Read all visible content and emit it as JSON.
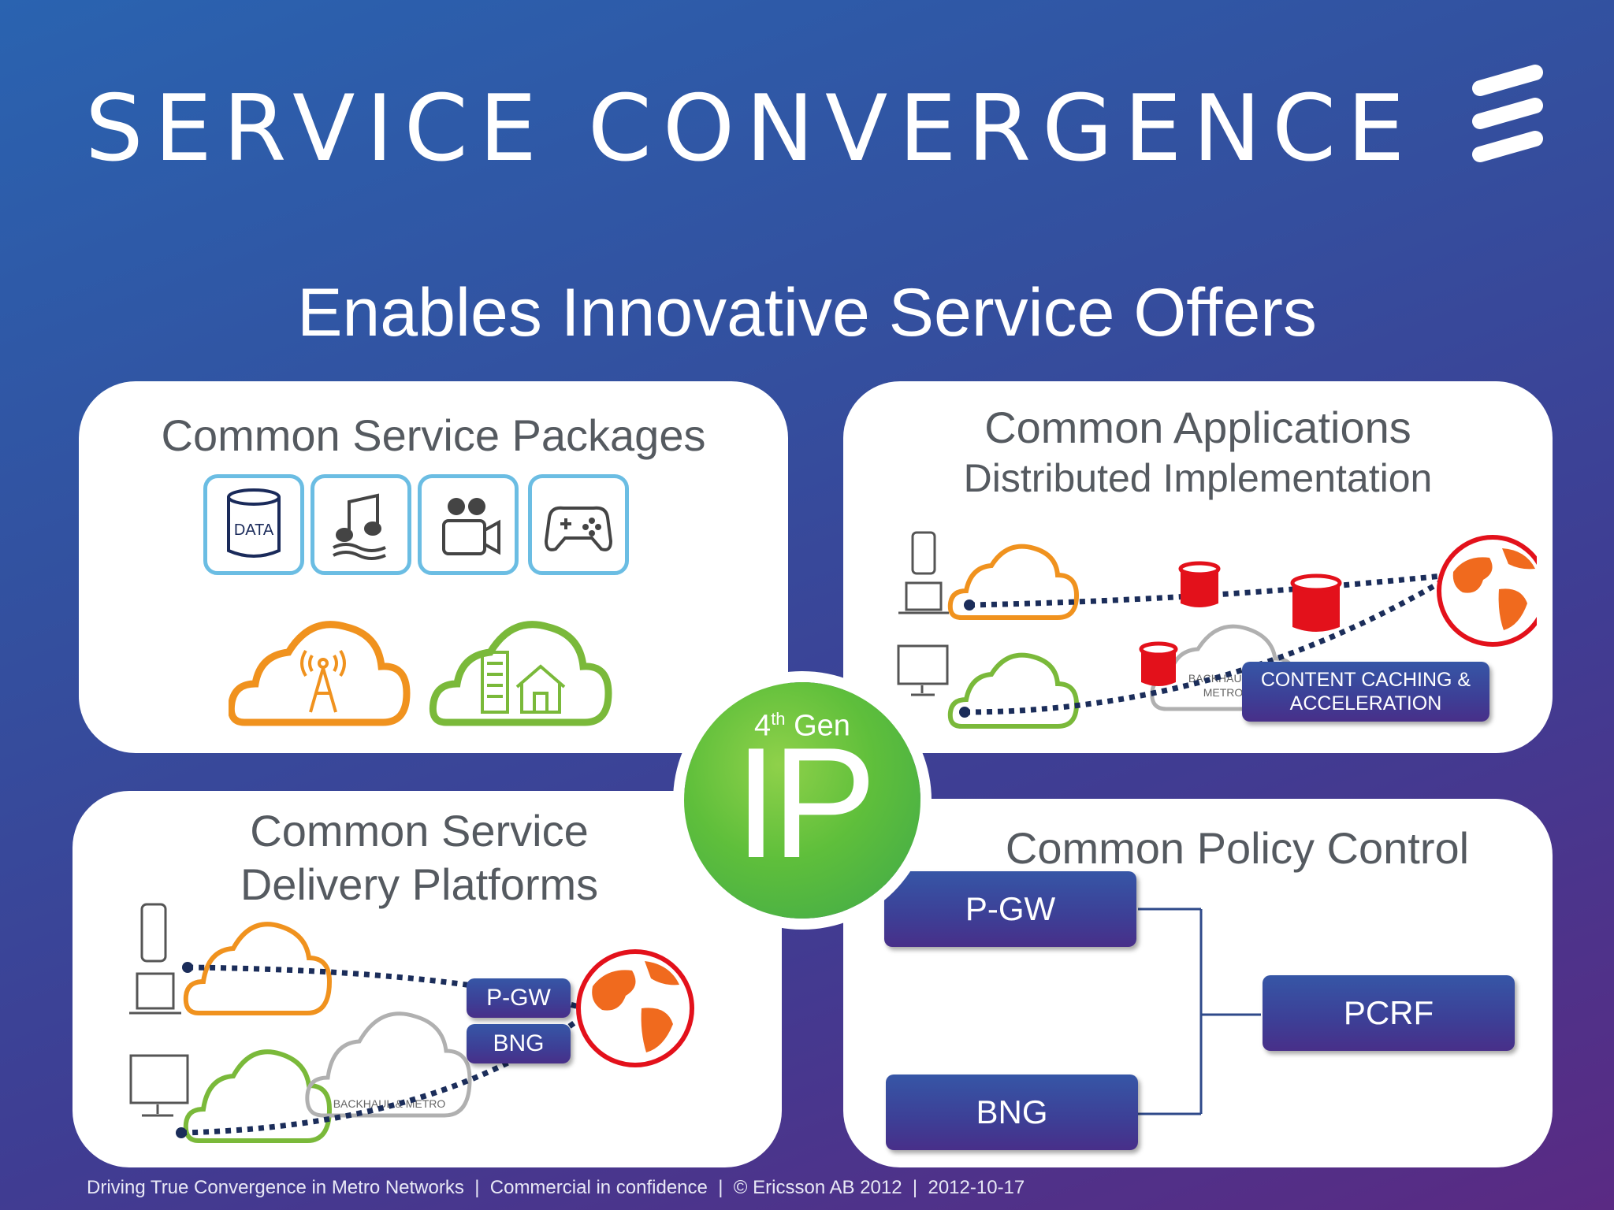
{
  "header": {
    "title": "SERVICE CONVERGENCE",
    "logo_icon": "ericsson-logo-icon"
  },
  "subtitle": "Enables Innovative Service Offers",
  "panels": {
    "service_packages": {
      "title": "Common Service Packages",
      "icons": [
        "database-icon",
        "music-icon",
        "video-camera-icon",
        "gamepad-icon"
      ],
      "data_label": "DATA"
    },
    "applications": {
      "title_line1": "Common Applications",
      "title_line2": "Distributed Implementation",
      "backhaul_label_1": "BACKHAUL &",
      "backhaul_label_2": "METRO",
      "caching_line1": "CONTENT CACHING &",
      "caching_line2": "ACCELERATION"
    },
    "delivery_platforms": {
      "title_line1": "Common Service",
      "title_line2": "Delivery Platforms",
      "pgw_label": "P-GW",
      "bng_label": "BNG",
      "backhaul_label": "BACKHAUL & METRO"
    },
    "policy_control": {
      "title": "Common Policy Control",
      "pgw_label": "P-GW",
      "pcrf_label": "PCRF",
      "bng_label": "BNG"
    }
  },
  "ip_badge": {
    "gen_prefix": "4",
    "gen_sup": "th",
    "gen_suffix": " Gen",
    "label": "IP"
  },
  "footer": "Driving True Convergence in Metro Networks  |  Commercial in confidence  |  © Ericsson AB 2012  |  2012-10-17",
  "colors": {
    "mobile_orange": "#f0921e",
    "fixed_green": "#7ab93a",
    "cache_red": "#e3111b",
    "icon_blue": "#6bbde3",
    "dotted_navy": "#1b2d5a"
  }
}
